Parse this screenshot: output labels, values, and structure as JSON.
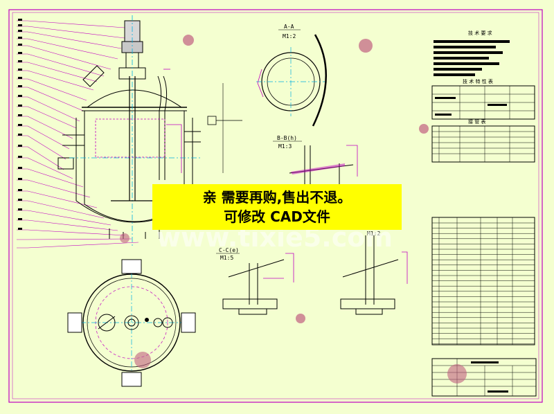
{
  "banner": {
    "line1": "亲 需要再购,售出不退。",
    "line2": "可修改 CAD文件"
  },
  "views": {
    "section_aa": {
      "name": "A-A",
      "scale": "M1:2"
    },
    "section_bb": {
      "name": "B-B(h)",
      "scale": "M1:3"
    },
    "section_cc": {
      "name": "C-C(e)",
      "scale": "M1:5"
    },
    "section_dd": {
      "scale": "M1:2"
    }
  },
  "tables": {
    "tech_requirements": "技 术 要 求",
    "tech_characteristics": "技 术 特 性 表",
    "nozzle_table": "接 管 表"
  },
  "watermark": "www.tixie5.com",
  "colors": {
    "background": "#f4ffd0",
    "border": "#c000c0",
    "centerline": "#00b0e0",
    "outline": "#000000",
    "banner": "#ffff00"
  }
}
